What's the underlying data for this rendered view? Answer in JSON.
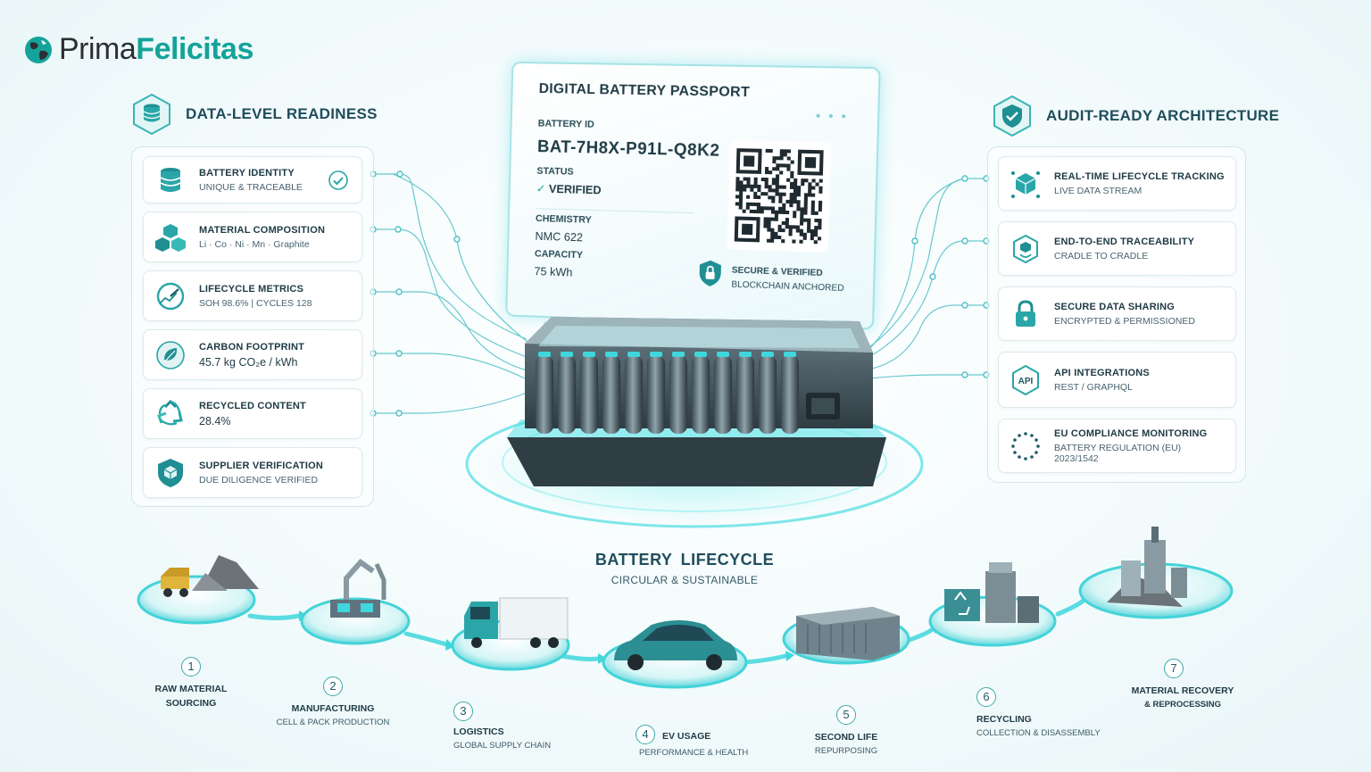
{
  "brand": {
    "name_part1": "Prima",
    "name_part2": "Felicitas"
  },
  "left_section": {
    "title": "DATA-LEVEL READINESS",
    "items": [
      {
        "title": "BATTERY IDENTITY",
        "subtitle": "UNIQUE & TRACEABLE",
        "icon": "database-icon"
      },
      {
        "title": "MATERIAL COMPOSITION",
        "subtitle": "Li · Co · Ni · Mn · Graphite",
        "icon": "cubes-icon"
      },
      {
        "title": "LIFECYCLE METRICS",
        "subtitle": "SOH 98.6%   |   CYCLES 128",
        "icon": "gauge-icon"
      },
      {
        "title": "CARBON FOOTPRINT",
        "subtitle": "45.7 kg CO₂e / kWh",
        "icon": "leaf-icon"
      },
      {
        "title": "RECYCLED CONTENT",
        "subtitle": "28.4%",
        "icon": "recycle-icon"
      },
      {
        "title": "SUPPLIER VERIFICATION",
        "subtitle": "DUE DILIGENCE VERIFIED",
        "icon": "shield-box-icon"
      }
    ]
  },
  "right_section": {
    "title": "AUDIT-READY ARCHITECTURE",
    "items": [
      {
        "title": "REAL-TIME LIFECYCLE TRACKING",
        "subtitle": "LIVE DATA STREAM",
        "icon": "network-cube-icon"
      },
      {
        "title": "END-TO-END TRACEABILITY",
        "subtitle": "CRADLE TO CRADLE",
        "icon": "trace-hex-icon"
      },
      {
        "title": "SECURE DATA SHARING",
        "subtitle": "ENCRYPTED & PERMISSIONED",
        "icon": "lock-icon"
      },
      {
        "title": "API INTEGRATIONS",
        "subtitle": "REST / GRAPHQL",
        "icon": "api-hex-icon",
        "icon_text": "API"
      },
      {
        "title": "EU COMPLIANCE MONITORING",
        "subtitle": "BATTERY REGULATION (EU) 2023/1542",
        "icon": "eu-stars-icon"
      }
    ]
  },
  "passport": {
    "title": "DIGITAL BATTERY PASSPORT",
    "battery_id_label": "BATTERY ID",
    "battery_id": "BAT-7H8X-P91L-Q8K2",
    "status_label": "STATUS",
    "status_value": "VERIFIED",
    "chemistry_label": "CHEMISTRY",
    "chemistry_value": "NMC 622",
    "capacity_label": "CAPACITY",
    "capacity_value": "75 kWh",
    "secure_line1": "SECURE & VERIFIED",
    "secure_line2": "BLOCKCHAIN ANCHORED"
  },
  "lifecycle": {
    "title": "BATTERY  LIFECYCLE",
    "subtitle": "CIRCULAR & SUSTAINABLE",
    "stages": [
      {
        "num": "1",
        "title": "RAW MATERIAL",
        "title2": "SOURCING",
        "subtitle": ""
      },
      {
        "num": "2",
        "title": "MANUFACTURING",
        "subtitle": "CELL & PACK PRODUCTION"
      },
      {
        "num": "3",
        "title": "LOGISTICS",
        "subtitle": "GLOBAL SUPPLY CHAIN"
      },
      {
        "num": "4",
        "title": "EV USAGE",
        "subtitle": "PERFORMANCE & HEALTH"
      },
      {
        "num": "5",
        "title": "SECOND LIFE",
        "subtitle": "REPURPOSING"
      },
      {
        "num": "6",
        "title": "RECYCLING",
        "subtitle": "COLLECTION & DISASSEMBLY"
      },
      {
        "num": "7",
        "title": "MATERIAL RECOVERY",
        "subtitle": "& REPROCESSING"
      }
    ]
  },
  "colors": {
    "accent": "#14a39a",
    "teal_glow": "#3fd6dc",
    "dark_text": "#1f3b45"
  }
}
